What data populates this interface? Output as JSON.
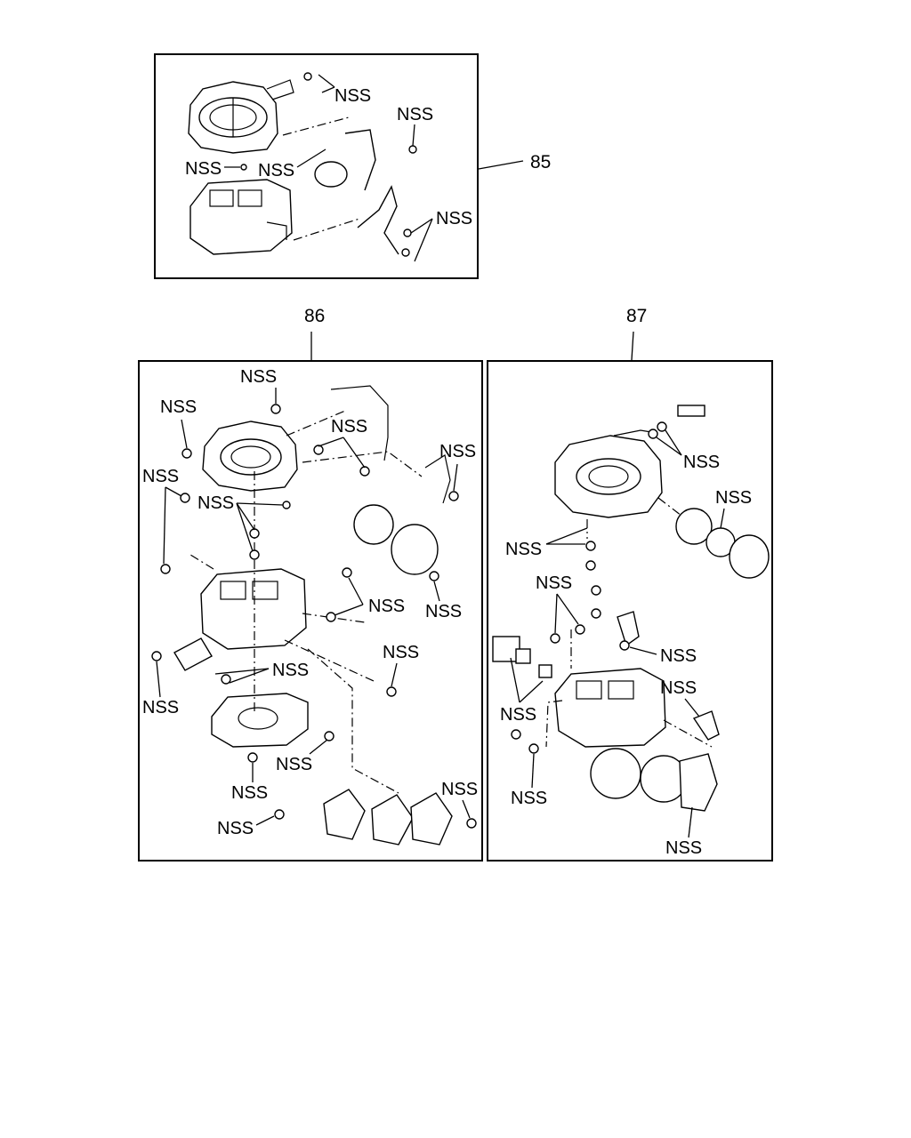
{
  "callouts": {
    "c85": "85",
    "c86": "86",
    "c87": "87"
  },
  "labels": {
    "nss": "NSS"
  }
}
